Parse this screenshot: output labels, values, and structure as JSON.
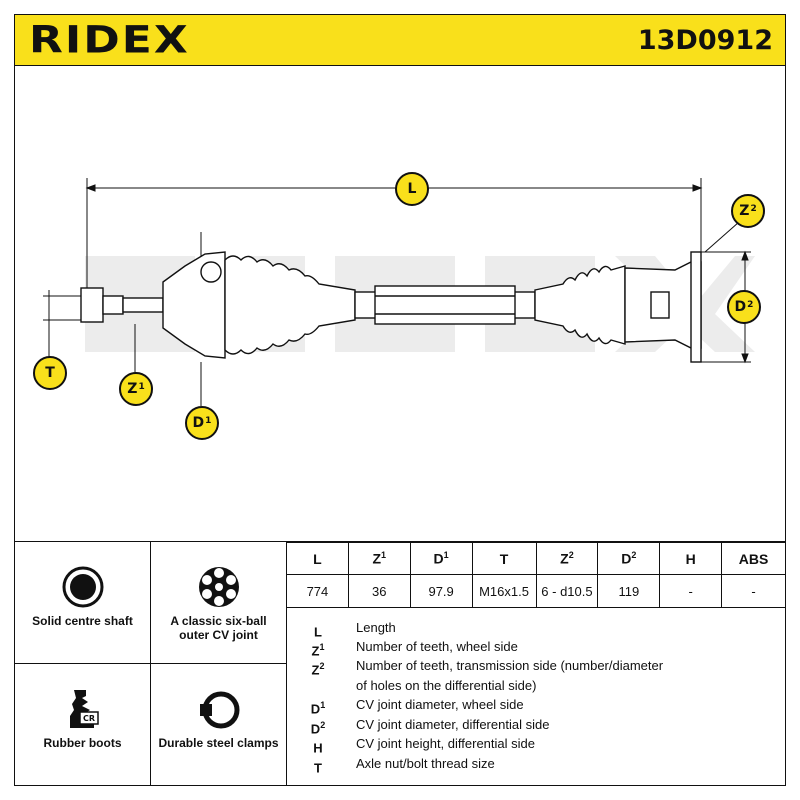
{
  "header": {
    "brand": "RIDEX",
    "part_number": "13D0912"
  },
  "callouts": {
    "L": "L",
    "Z2": "Z",
    "D2": "D",
    "T": "T",
    "Z1": "Z",
    "D1": "D"
  },
  "features": [
    {
      "icon": "solid-shaft-icon",
      "label": "Solid centre shaft"
    },
    {
      "icon": "six-ball-joint-icon",
      "label": "A classic six-ball outer CV joint"
    },
    {
      "icon": "rubber-boot-icon",
      "label": "Rubber boots"
    },
    {
      "icon": "steel-clamp-icon",
      "label": "Durable steel clamps"
    }
  ],
  "specs": {
    "headers": [
      "L",
      "Z",
      "D",
      "T",
      "Z",
      "D",
      "H",
      "ABS"
    ],
    "header_sups": [
      "",
      "1",
      "1",
      "",
      "2",
      "2",
      "",
      ""
    ],
    "values": [
      "774",
      "36",
      "97.9",
      "M16x1.5",
      "6 - d10.5",
      "119",
      "-",
      "-"
    ]
  },
  "legend": [
    {
      "sym": "L",
      "sup": "",
      "text": "Length"
    },
    {
      "sym": "Z",
      "sup": "1",
      "text": "Number of teeth, wheel side"
    },
    {
      "sym": "Z",
      "sup": "2",
      "text": "Number of teeth, transmission side (number/diameter"
    },
    {
      "sym": "",
      "sup": "",
      "text": "of holes on the differential side)"
    },
    {
      "sym": "D",
      "sup": "1",
      "text": "CV joint diameter, wheel side"
    },
    {
      "sym": "D",
      "sup": "2",
      "text": "CV joint diameter, differential side"
    },
    {
      "sym": "H",
      "sup": "",
      "text": "CV joint height, differential side"
    },
    {
      "sym": "T",
      "sup": "",
      "text": "Axle nut/bolt thread size"
    }
  ],
  "colors": {
    "accent": "#f9e01b",
    "ink": "#111111",
    "watermark": "#e8e8e8"
  }
}
